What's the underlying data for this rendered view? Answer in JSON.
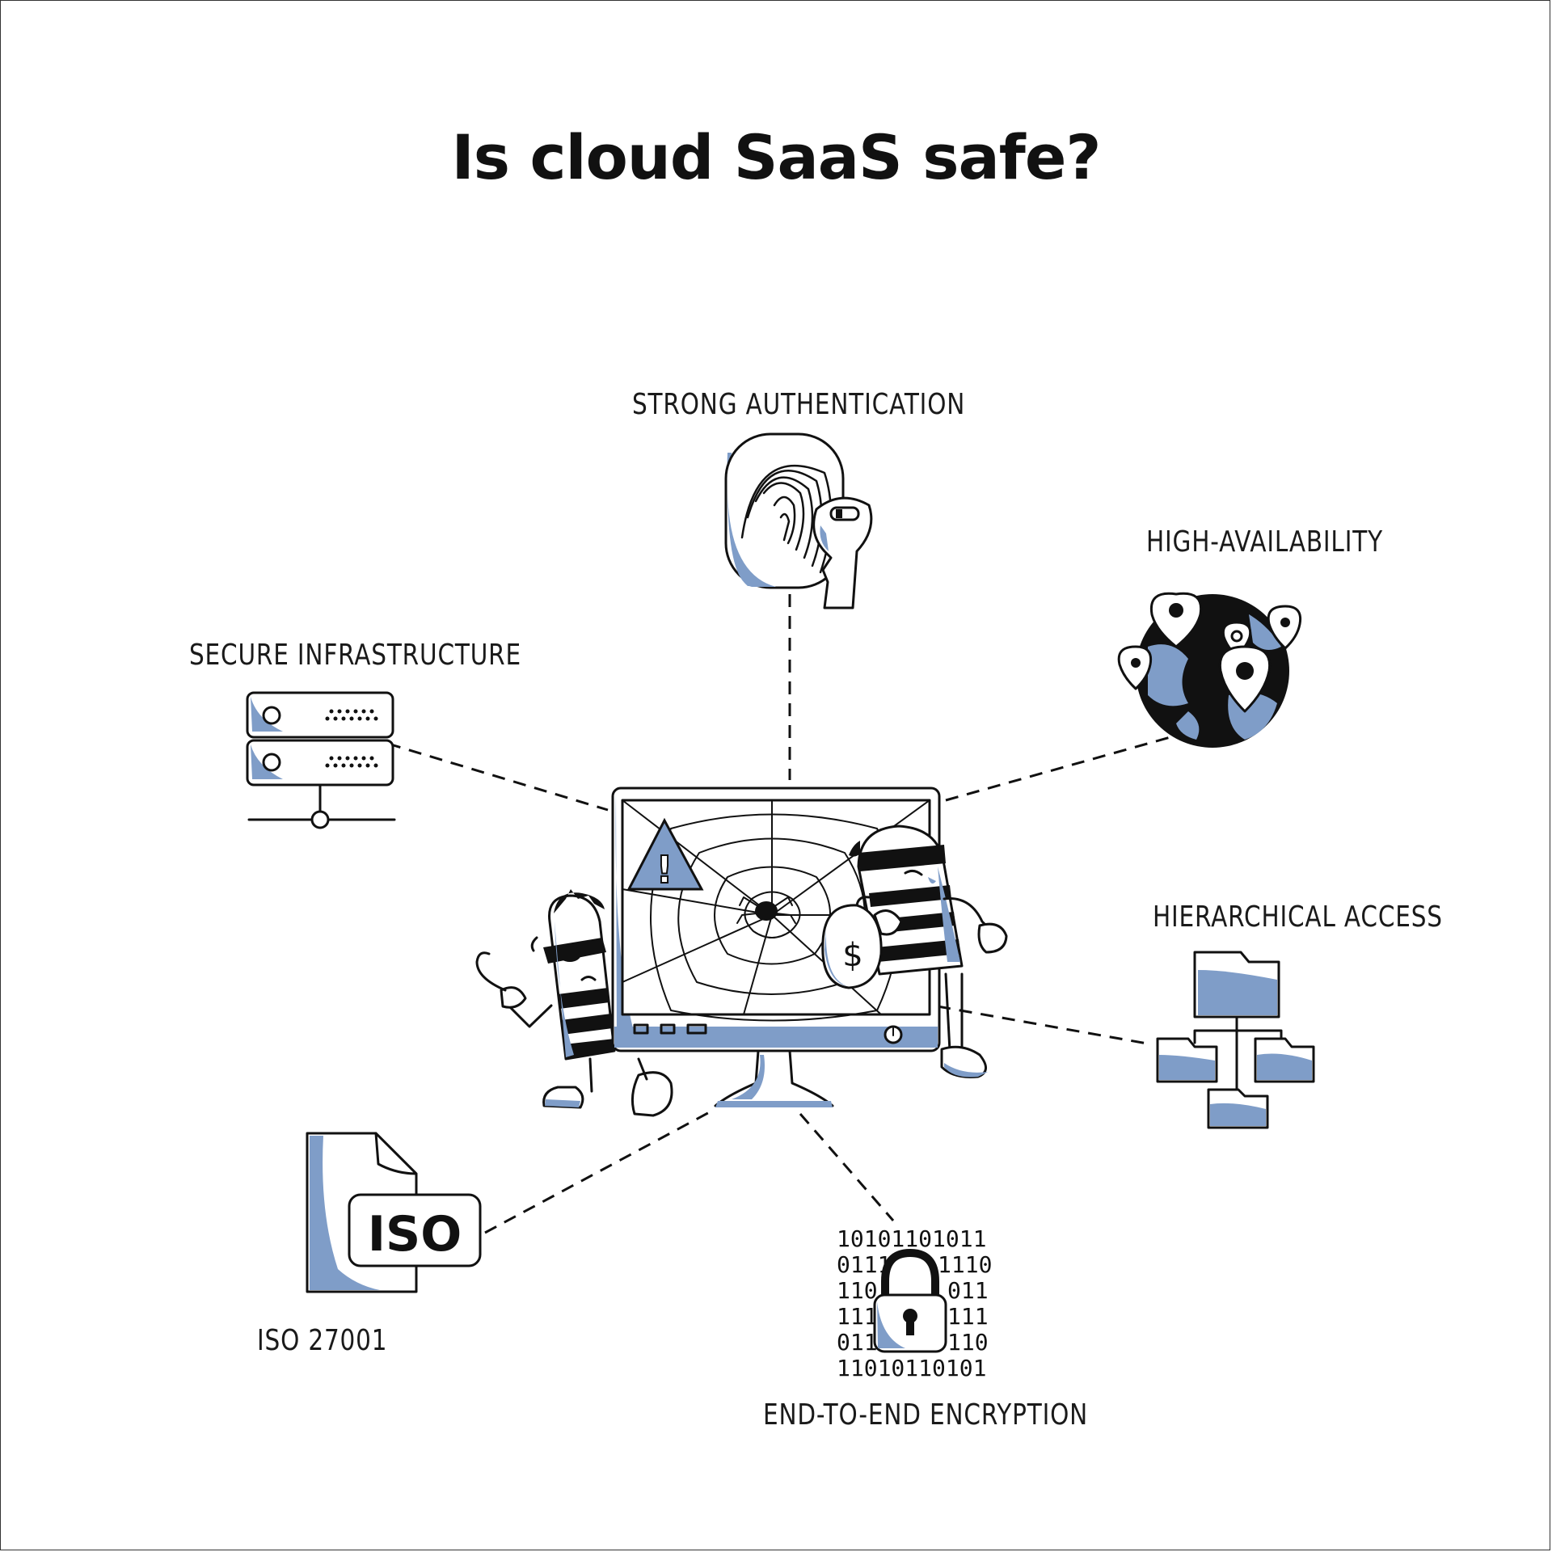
{
  "title": "Is cloud SaaS safe?",
  "nodes": {
    "strong_authentication": {
      "label": "STRONG AUTHENTICATION",
      "icon": "fingerprint-key-icon"
    },
    "high_availability": {
      "label": "HIGH-AVAILABILITY",
      "icon": "globe-pins-icon"
    },
    "secure_infrastructure": {
      "label": "SECURE INFRASTRUCTURE",
      "icon": "server-icon"
    },
    "hierarchical_access": {
      "label": "HIERARCHICAL ACCESS",
      "icon": "folder-tree-icon"
    },
    "iso": {
      "label": "ISO 27001",
      "badge": "ISO",
      "icon": "iso-document-icon"
    },
    "encryption": {
      "label": "END-TO-END ENCRYPTION",
      "icon": "padlock-binary-icon"
    }
  },
  "center": {
    "icon": "monitor-thieves-icon",
    "screen_symbols": [
      "!",
      "$"
    ]
  },
  "binary_rows": [
    "10101101011",
    "0111",
    "1110",
    "110",
    "011",
    "111",
    "111",
    "011",
    "110",
    "11010110101"
  ],
  "colors": {
    "accent": "#7f9dc8",
    "ink": "#111111",
    "background": "#ffffff"
  }
}
